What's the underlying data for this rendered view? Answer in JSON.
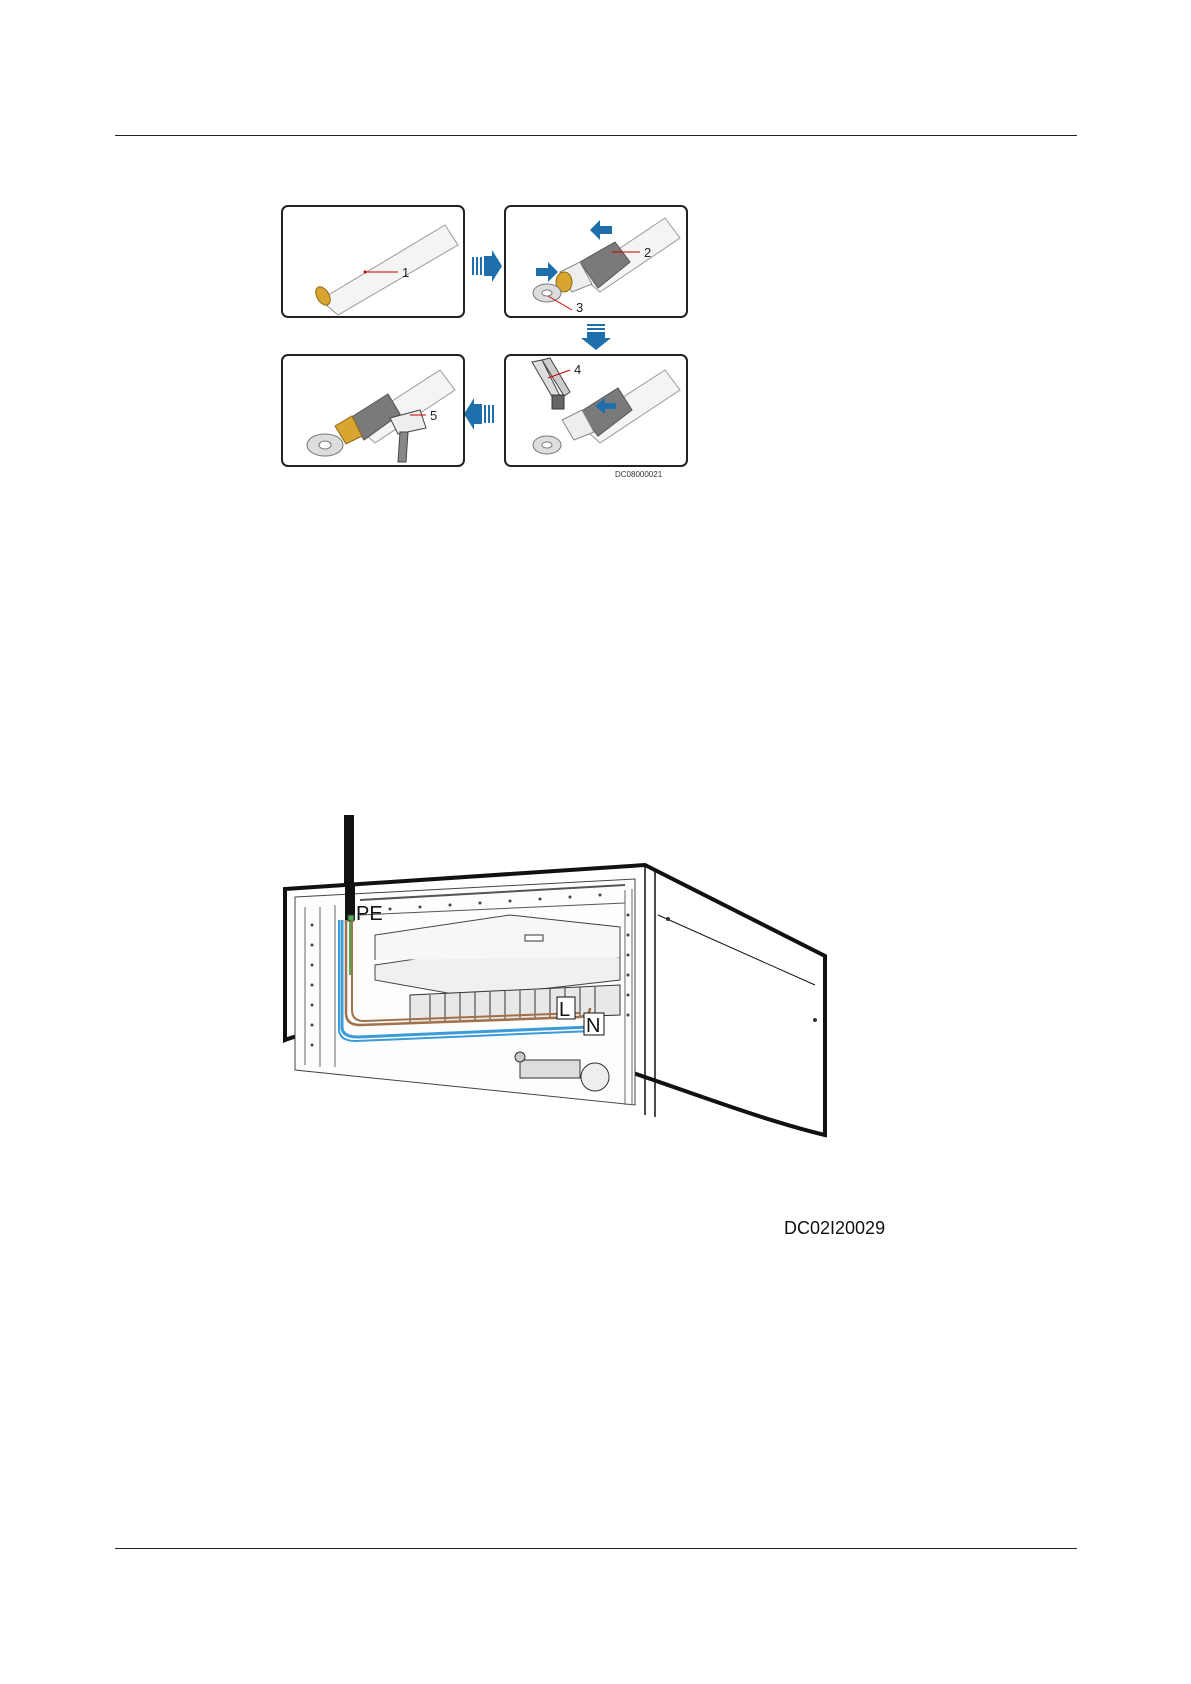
{
  "figure1": {
    "code": "DC08000021",
    "callouts": [
      "1",
      "2",
      "3",
      "4",
      "5"
    ]
  },
  "figure2": {
    "code": "DC02I20029",
    "labels": {
      "pe": "PE",
      "l": "L",
      "n": "N"
    }
  },
  "colors": {
    "arrow": "#1f6fad",
    "brown_cable": "#a0714a",
    "blue_cable": "#3b9bd8",
    "copper": "#d9a530",
    "sleeve": "#7a7a7a"
  }
}
